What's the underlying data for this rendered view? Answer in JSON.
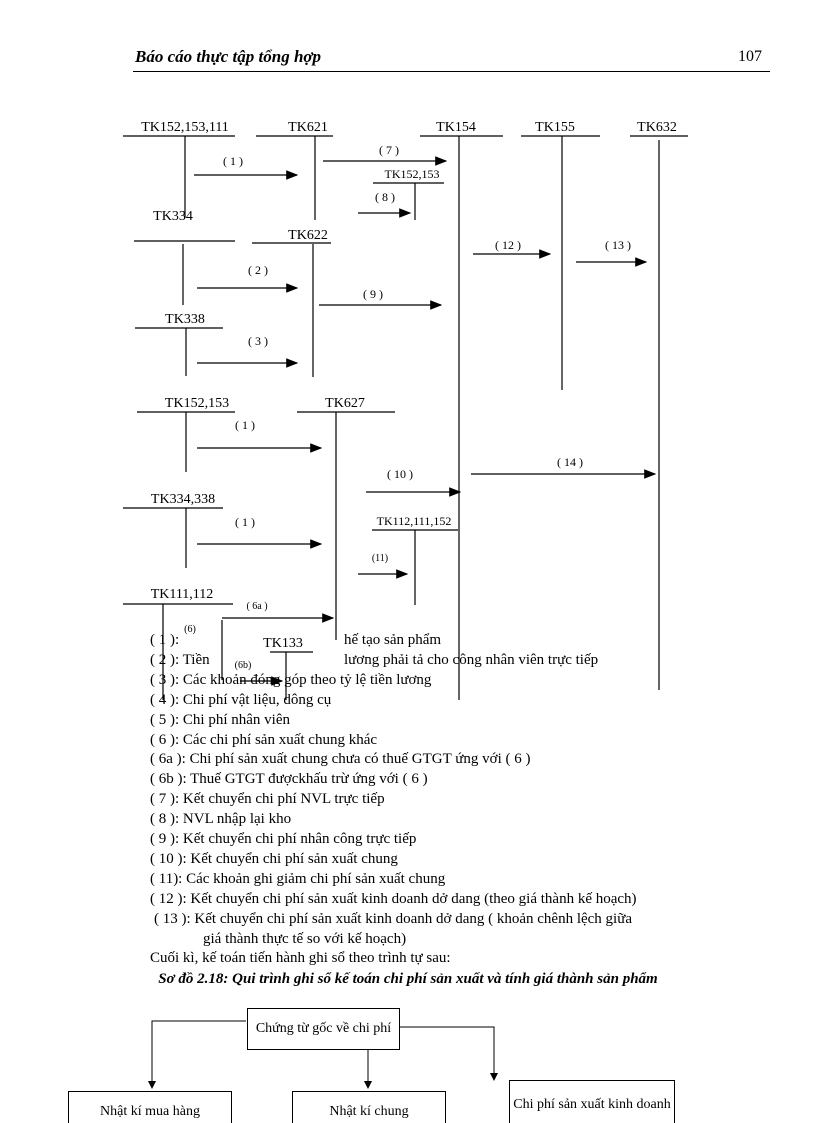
{
  "header": {
    "title": "Báo cáo thực tập tổng hợp",
    "page_number": "107"
  },
  "diagram": {
    "accounts": {
      "tk152_153_111": "TK152,153,111",
      "tk621": "TK621",
      "tk154": "TK154",
      "tk155": "TK155",
      "tk632": "TK632",
      "tk152_153_a": "TK152,153",
      "tk334": "TK334",
      "tk622": "TK622",
      "tk338": "TK338",
      "tk152_153_b": "TK152,153",
      "tk627": "TK627",
      "tk334_338": "TK334,338",
      "tk112_111_152": "TK112,111,152",
      "tk111_112": "TK111,112",
      "tk133": "TK133"
    },
    "arrows": {
      "a1": "( 1 )",
      "a7": "( 7 )",
      "a8": "( 8 )",
      "a2": "( 2 )",
      "a9": "( 9 )",
      "a12": "( 12 )",
      "a13": "( 13 )",
      "a3": "( 3 )",
      "a1b": "( 1 )",
      "a10": "( 10 )",
      "a14": "( 14 )",
      "a1c": "( 1 )",
      "a11": "(11)",
      "a6a": "( 6a )",
      "a6": "(6)",
      "a6b": "(6b)"
    }
  },
  "legend": {
    "l1a": "( 1 ):",
    "l1b": "hế tạo sản phẩm",
    "l2a": "( 2 ): Tiền",
    "l2b": "lương phải tả cho công nhân viên trực tiếp",
    "l3": "( 3 ): Các khoản đóng góp theo tỷ lệ tiền lương",
    "l4": "( 4 ): Chi phí vật liệu, dông cụ",
    "l5": "( 5 ): Chi phí nhân viên",
    "l6": "( 6 ): Các chi phí sản xuất chung khác",
    "l6a": "( 6a ): Chi phí sản xuất chung chưa có thuế GTGT ứng với ( 6 )",
    "l6b": "( 6b ): Thuế GTGT đượckhấu trừ ứng với ( 6 )",
    "l7": "( 7 ): Kết chuyển chi phí NVL trực tiếp",
    "l8": "( 8 ): NVL nhập lại kho",
    "l9": "( 9 ): Kết chuyển chi phí nhân công trực tiếp",
    "l10": "( 10 ): Kết chuyển chi phí sản xuất chung",
    "l11": "( 11): Các khoản ghi giảm chi phí sản xuất chung",
    "l12": "( 12 ): Kết chuyển chi phí sản xuất kinh doanh dở dang (theo giá thành kế hoạch)",
    "l13": "( 13 ): Kết chuyển chi phí sản xuất kinh doanh dở dang ( khoản chênh lệch giữa",
    "l13b": "giá thành thực tế so với kế hoạch)"
  },
  "body": {
    "intro": "Cuối kì, kế toán tiến hành ghi sổ theo trình tự sau:",
    "caption": "Sơ đồ 2.18: Qui trình ghi sổ kế toán chi phí sản xuất và tính giá thành sản phẩm"
  },
  "flowchart": {
    "root": "Chứng từ gốc về chi phí",
    "left": "Nhật kí mua hàng",
    "middle": "Nhật kí chung",
    "right": "Chi phí sản xuất kinh doanh"
  }
}
